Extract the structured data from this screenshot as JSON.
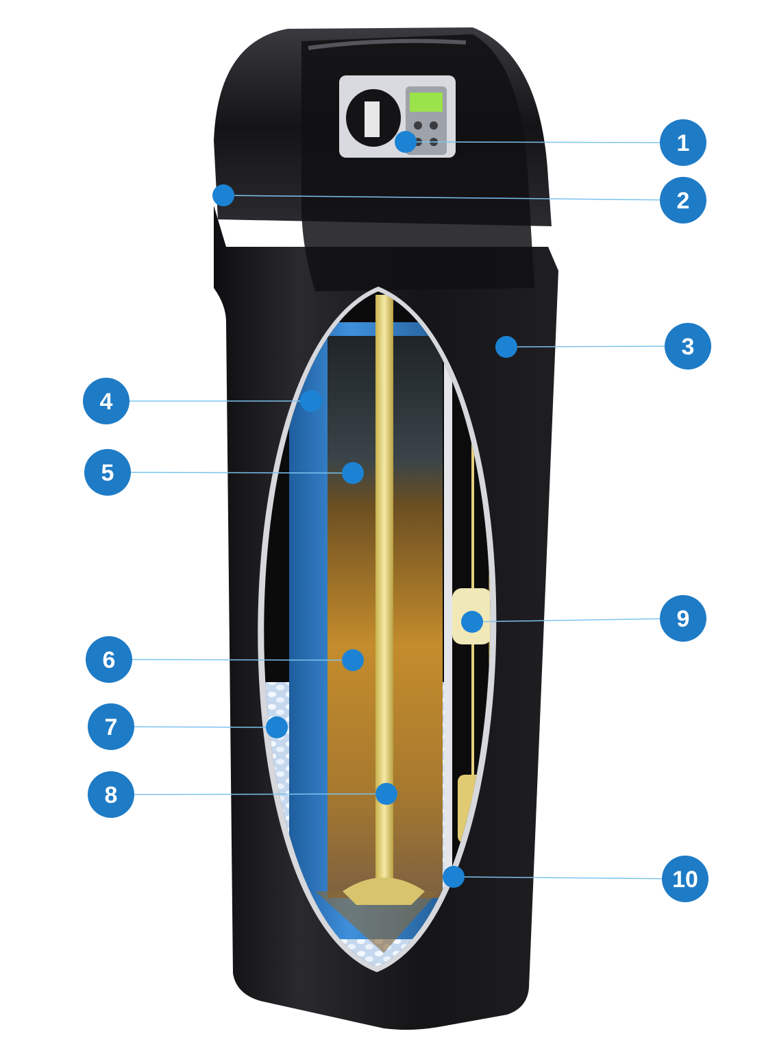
{
  "diagram": {
    "colors": {
      "badge": "#1e7bc6",
      "badge_text": "#ffffff",
      "marker": "#1c83d4",
      "leader_line": "#7cc3ee",
      "cabinet": "#1a1a1c",
      "resin_column": "#2f7fcf",
      "resin_upper": "#2c3338",
      "resin_lower": "#b8812b",
      "salt": "#dfe9f5",
      "riser_tube": "#e8d47a"
    },
    "callouts": [
      {
        "label": "1",
        "side": "right",
        "part": "control-valve-display"
      },
      {
        "label": "2",
        "side": "right",
        "part": "top-cover"
      },
      {
        "label": "3",
        "side": "right",
        "part": "cabinet-housing"
      },
      {
        "label": "4",
        "side": "left",
        "part": "resin-tank"
      },
      {
        "label": "5",
        "side": "left",
        "part": "upper-filter-media"
      },
      {
        "label": "6",
        "side": "left",
        "part": "ion-exchange-resin"
      },
      {
        "label": "7",
        "side": "left",
        "part": "salt-tablets"
      },
      {
        "label": "8",
        "side": "left",
        "part": "riser-tube"
      },
      {
        "label": "9",
        "side": "right",
        "part": "brine-float-valve"
      },
      {
        "label": "10",
        "side": "right",
        "part": "brine-well"
      }
    ]
  }
}
